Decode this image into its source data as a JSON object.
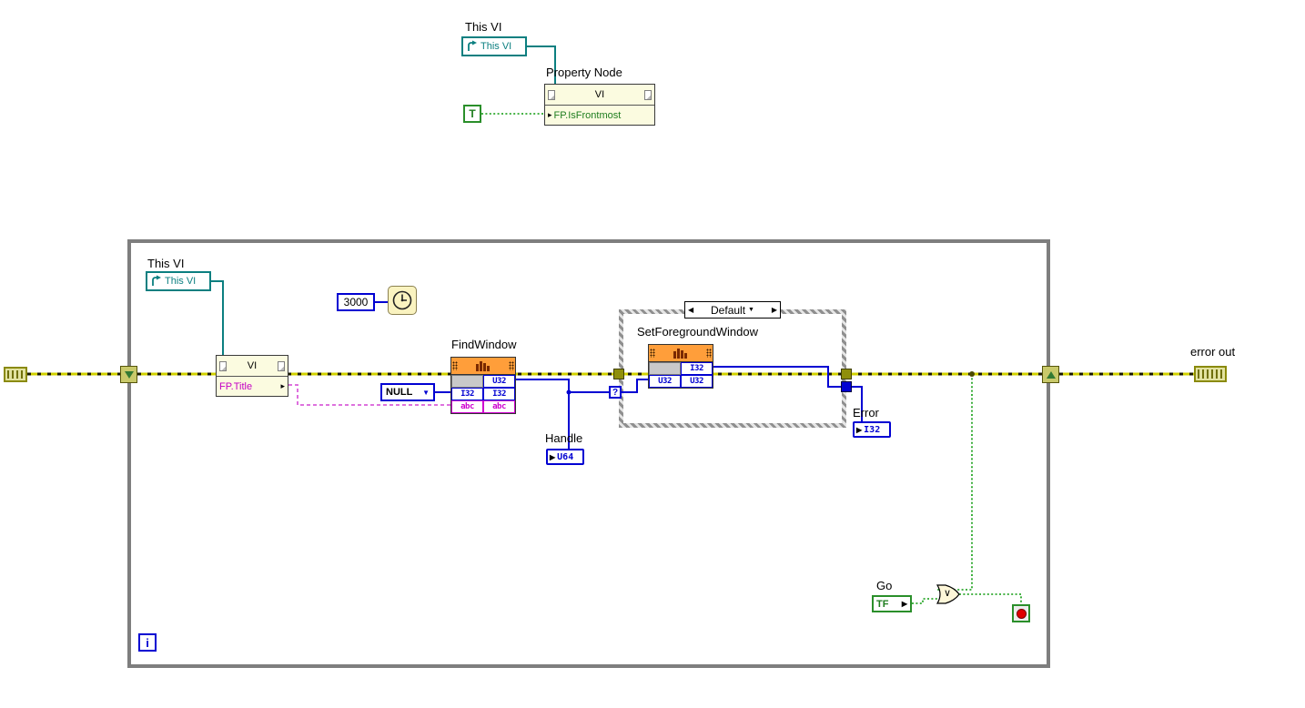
{
  "colors": {
    "refnum_teal": "#0B7F80",
    "numeric_blue": "#0000D2",
    "boolean_green": "#1E7D1E",
    "string_pink": "#C400C4",
    "cln_header_orange": "#FF9E3A",
    "error_wire_yellow": "#D2D200",
    "structure_gray": "#7E7E7E"
  },
  "top_section": {
    "vi_ref_label": "This VI",
    "vi_ref_text": "This VI",
    "property_node_label": "Property Node",
    "property_node_class": "VI",
    "property_name": "FP.IsFrontmost",
    "true_constant": "T"
  },
  "loop": {
    "vi_ref_label": "This VI",
    "vi_ref_text": "This VI",
    "wait_ms_constant": "3000",
    "property_node_class": "VI",
    "property_name": "FP.Title",
    "null_ring": "NULL",
    "find_window": {
      "label": "FindWindow",
      "return_type": "U32",
      "rows": [
        [
          "I32",
          "I32"
        ],
        [
          "abc",
          "abc"
        ]
      ]
    },
    "handle_label": "Handle",
    "handle_type": "U64",
    "case_structure": {
      "selector_value": "Default",
      "selector_terminal": "?",
      "set_foreground_window": {
        "label": "SetForegroundWindow",
        "return_type": "I32",
        "rows": [
          [
            "U32",
            "U32"
          ]
        ]
      }
    },
    "error_label": "Error",
    "error_type": "I32",
    "go_label": "Go",
    "go_type": "TF",
    "or_function": "∨",
    "iteration_terminal": "i"
  },
  "error_out": {
    "label": "error out"
  }
}
